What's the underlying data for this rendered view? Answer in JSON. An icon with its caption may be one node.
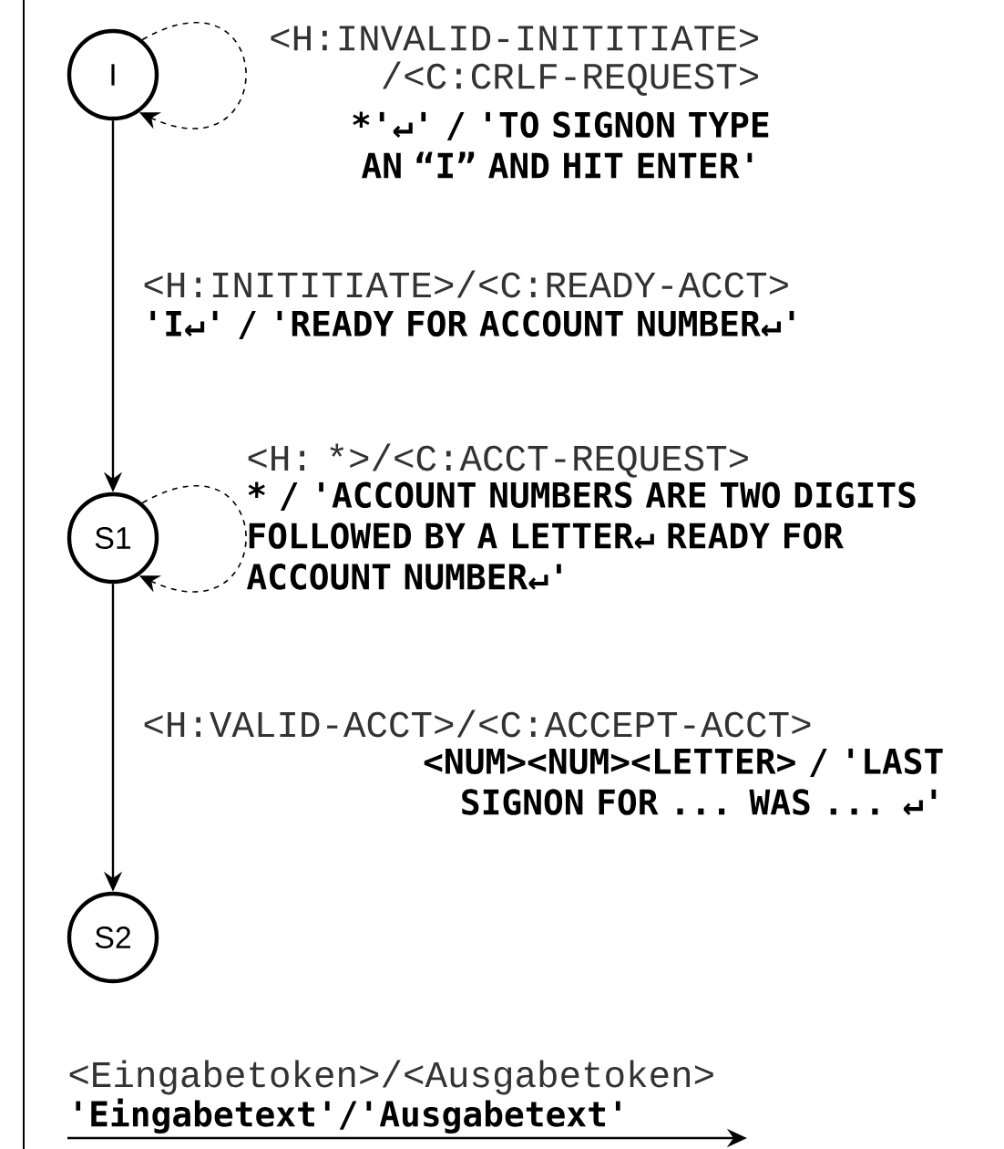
{
  "diagram": {
    "nodes": [
      {
        "text": [
          "I"
        ]
      },
      {
        "text": [
          "S1"
        ]
      },
      {
        "text": [
          "S2"
        ]
      }
    ],
    "edges": [
      {
        "from": 0,
        "to": 0,
        "arrow": "to",
        "style": "dashed",
        "label": "<H:INVALID-INITITIATE> /<C:CRLF-REQUEST>"
      },
      {
        "from": 0,
        "to": 1,
        "arrow": "to",
        "label": "<H:INITITIATE>/<C:READY-ACCT>"
      },
      {
        "from": 1,
        "to": 1,
        "arrow": "to",
        "style": "dashed",
        "label": "<H: *>/<C:ACCT-REQUEST>"
      },
      {
        "from": 1,
        "to": 2,
        "arrow": "to",
        "label": "<H:VALID-ACCT>/<C:ACCEPT-ACCT>"
      }
    ],
    "labels": [
      "*'↵' / 'TO SIGNON TYPE AN “I” AND HIT ENTER'",
      "'I↵' / 'READY FOR ACCOUNT NUMBER↵'",
      "* / 'ACCOUNT NUMBERS ARE TWO DIGITS FOLLOWED BY A LETTER↵ READY FOR ACCOUNT NUMBER↵'",
      "<NUM><NUM><LETTER> / 'LAST SIGNON FOR ... WAS ... ↵'"
    ],
    "legend": [
      {
        "text": "<Eingabetoken>/<Ausgabetoken>"
      },
      {
        "text": "'Eingabetext'/'Ausgabetext'"
      }
    ]
  }
}
